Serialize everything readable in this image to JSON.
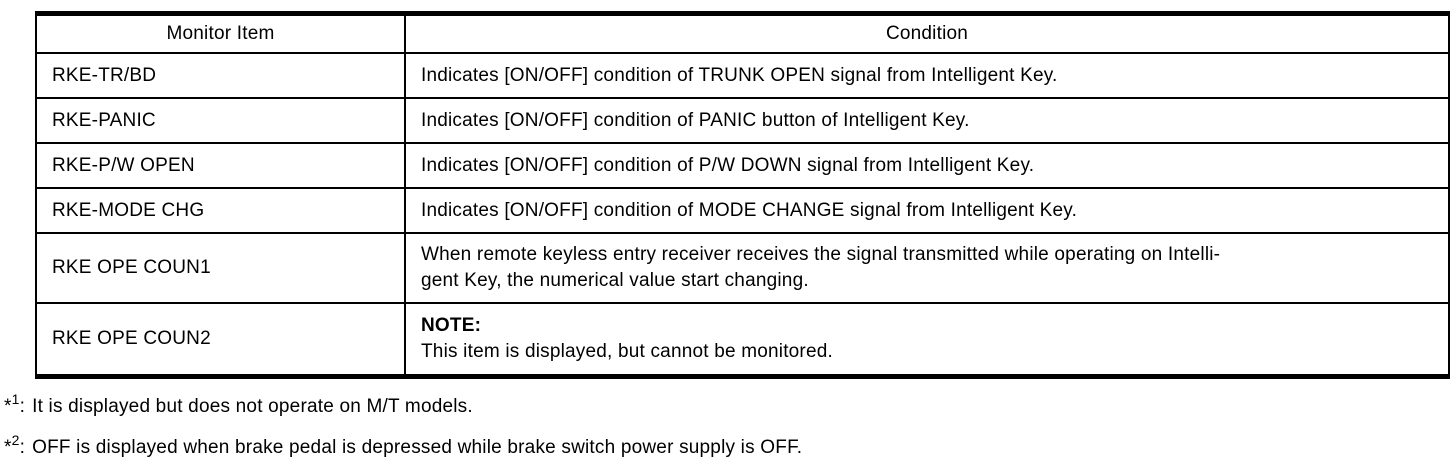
{
  "table": {
    "headers": {
      "monitor_item": "Monitor Item",
      "condition": "Condition"
    },
    "rows": [
      {
        "item": "RKE-TR/BD",
        "condition": "Indicates [ON/OFF] condition of TRUNK OPEN signal from Intelligent Key."
      },
      {
        "item": "RKE-PANIC",
        "condition": "Indicates [ON/OFF] condition of PANIC button of Intelligent Key."
      },
      {
        "item": "RKE-P/W OPEN",
        "condition": "Indicates [ON/OFF] condition of P/W DOWN signal from Intelligent Key."
      },
      {
        "item": "RKE-MODE CHG",
        "condition": "Indicates [ON/OFF] condition of MODE CHANGE signal from Intelligent Key."
      },
      {
        "item": "RKE OPE COUN1",
        "condition_line1": "When remote keyless entry receiver receives the signal transmitted while operating on Intelli-",
        "condition_line2": "gent Key, the numerical value start changing."
      },
      {
        "item": "RKE OPE COUN2",
        "note_label": "NOTE:",
        "note_text": "This item is displayed, but cannot be monitored."
      }
    ]
  },
  "footnotes": [
    {
      "marker": "*",
      "sup": "1",
      "separator": ":",
      "text": "It is displayed but does not operate on M/T models."
    },
    {
      "marker": "*",
      "sup": "2",
      "separator": ":",
      "text": "OFF is displayed when brake pedal is depressed while brake switch power supply is OFF."
    }
  ],
  "colors": {
    "text": "#000000",
    "background": "#ffffff",
    "border": "#000000"
  }
}
